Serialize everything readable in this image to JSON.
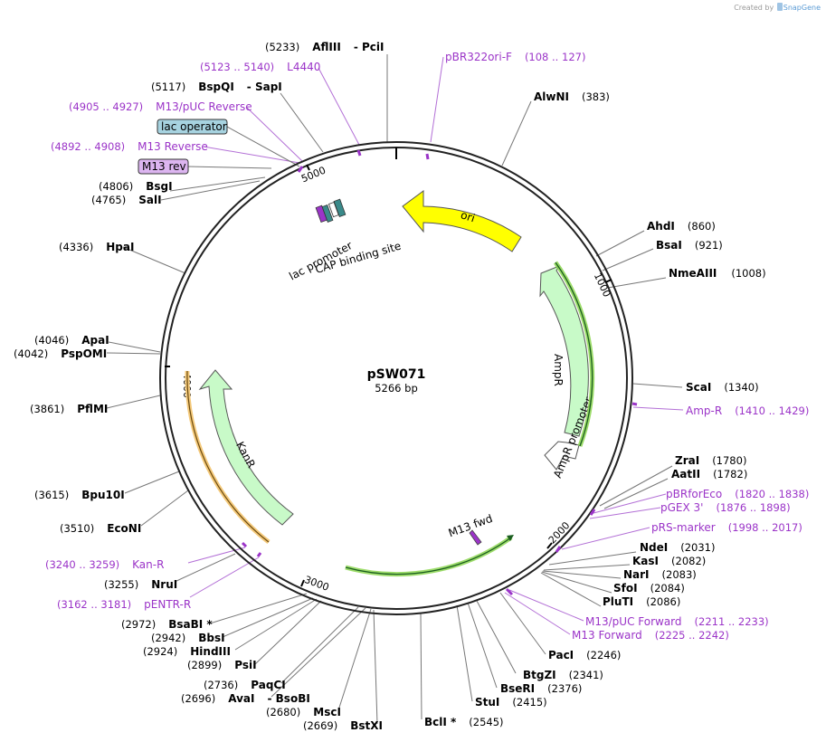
{
  "plasmid": {
    "name": "pSW071",
    "size_label": "5266 bp",
    "length": 5266
  },
  "watermark": {
    "prefix": "Created by",
    "brand": "SnapGene"
  },
  "colors": {
    "backbone": "#222222",
    "promoter_fill": "#ffffff",
    "ori": "#ffff00",
    "amp_r": "#c8fac8",
    "kan_r": "#c8fac8",
    "primer": "#9b34c8",
    "primer_bind": "#8cd650",
    "kan_primer_bind": "#f4c97a",
    "lac_operator": "#a7d3e0",
    "m13_rev": "#dcb5f0",
    "leader_line": "#777777"
  },
  "ticks": [
    "1000",
    "2000",
    "3000",
    "4000",
    "5000"
  ],
  "features": {
    "ori": "ori",
    "amp_r": "AmpR",
    "amp_r_promoter": "AmpR promoter",
    "kan_r": "KanR",
    "lac_promoter": "lac promoter",
    "cap_site": "CAP binding site",
    "m13_fwd": "M13 fwd",
    "lac_operator_box": "lac operator",
    "m13_rev_box": "M13 rev"
  },
  "enzymes_right": [
    {
      "name": "AlwNI",
      "pos": "(383)"
    },
    {
      "name": "AhdI",
      "pos": "(860)"
    },
    {
      "name": "BsaI",
      "pos": "(921)"
    },
    {
      "name": "NmeAIII",
      "pos": "(1008)"
    },
    {
      "name": "ScaI",
      "pos": "(1340)"
    },
    {
      "name": "ZraI",
      "pos": "(1780)"
    },
    {
      "name": "AatII",
      "pos": "(1782)"
    },
    {
      "name": "NdeI",
      "pos": "(2031)"
    },
    {
      "name": "KasI",
      "pos": "(2082)"
    },
    {
      "name": "NarI",
      "pos": "(2083)"
    },
    {
      "name": "SfoI",
      "pos": "(2084)"
    },
    {
      "name": "PluTI",
      "pos": "(2086)"
    },
    {
      "name": "PacI",
      "pos": "(2246)"
    },
    {
      "name": "BtgZI",
      "pos": "(2341)"
    },
    {
      "name": "BseRI",
      "pos": "(2376)"
    },
    {
      "name": "StuI",
      "pos": "(2415)"
    },
    {
      "name": "BclI *",
      "pos": "(2545)"
    }
  ],
  "enzymes_left": [
    {
      "name": "AflIII",
      "pos": "(5233)",
      "extra": "- PciI"
    },
    {
      "name": "BspQI",
      "pos": "(5117)",
      "extra": "- SapI"
    },
    {
      "name": "BsgI",
      "pos": "(4806)"
    },
    {
      "name": "SalI",
      "pos": "(4765)"
    },
    {
      "name": "HpaI",
      "pos": "(4336)"
    },
    {
      "name": "ApaI",
      "pos": "(4046)"
    },
    {
      "name": "PspOMI",
      "pos": "(4042)"
    },
    {
      "name": "PflMI",
      "pos": "(3861)"
    },
    {
      "name": "Bpu10I",
      "pos": "(3615)"
    },
    {
      "name": "EcoNI",
      "pos": "(3510)"
    },
    {
      "name": "NruI",
      "pos": "(3255)"
    },
    {
      "name": "BsaBI *",
      "pos": "(2972)"
    },
    {
      "name": "BbsI",
      "pos": "(2942)"
    },
    {
      "name": "HindIII",
      "pos": "(2924)"
    },
    {
      "name": "PsiI",
      "pos": "(2899)"
    },
    {
      "name": "PaqCI",
      "pos": "(2736)"
    },
    {
      "name": "AvaI",
      "pos": "(2696)",
      "extra": "- BsoBI"
    },
    {
      "name": "MscI",
      "pos": "(2680)"
    },
    {
      "name": "BstXI",
      "pos": "(2669)"
    }
  ],
  "primers_right": [
    {
      "name": "pBR322ori-F",
      "pos": "(108 .. 127)"
    },
    {
      "name": "Amp-R",
      "pos": "(1410 .. 1429)"
    },
    {
      "name": "pBRforEco",
      "pos": "(1820 .. 1838)"
    },
    {
      "name": "pGEX 3'",
      "pos": "(1876 .. 1898)"
    },
    {
      "name": "pRS-marker",
      "pos": "(1998 .. 2017)"
    },
    {
      "name": "M13/pUC Forward",
      "pos": "(2211 .. 2233)"
    },
    {
      "name": "M13 Forward",
      "pos": "(2225 .. 2242)"
    }
  ],
  "primers_left": [
    {
      "name": "L4440",
      "pos": "(5123 .. 5140)"
    },
    {
      "name": "M13/pUC Reverse",
      "pos": "(4905 .. 4927)"
    },
    {
      "name": "M13 Reverse",
      "pos": "(4892 .. 4908)"
    },
    {
      "name": "Kan-R",
      "pos": "(3240 .. 3259)"
    },
    {
      "name": "pENTR-R",
      "pos": "(3162 .. 3181)"
    }
  ]
}
